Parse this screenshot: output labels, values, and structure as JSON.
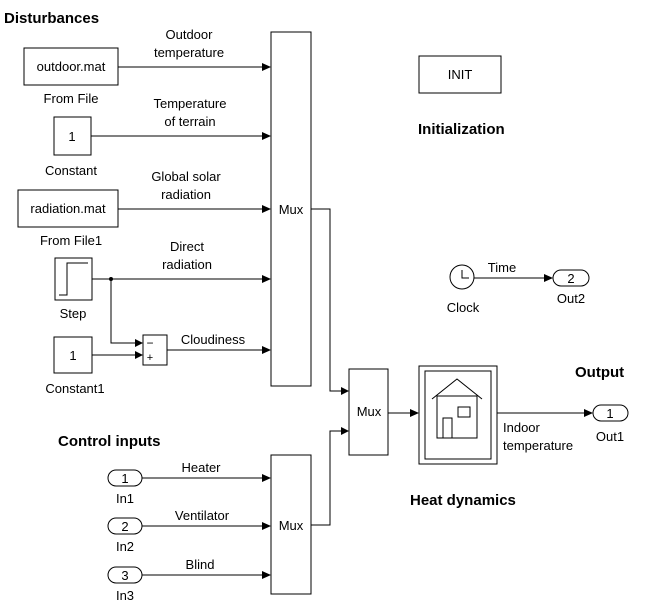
{
  "headings": {
    "disturbances": "Disturbances",
    "control_inputs": "Control inputs",
    "output": "Output",
    "initialization": "Initialization",
    "heat_dynamics": "Heat dynamics"
  },
  "blocks": {
    "from_file": {
      "text": "outdoor.mat",
      "caption": "From File"
    },
    "constant": {
      "text": "1",
      "caption": "Constant"
    },
    "from_file1": {
      "text": "radiation.mat",
      "caption": "From File1"
    },
    "step": {
      "caption": "Step"
    },
    "constant1": {
      "text": "1",
      "caption": "Constant1"
    },
    "sum": {
      "minus": "−",
      "plus": "+"
    },
    "mux_main": {
      "text": "Mux"
    },
    "mux_mid": {
      "text": "Mux"
    },
    "mux_ctrl": {
      "text": "Mux"
    },
    "init": {
      "text": "INIT"
    },
    "clock": {
      "caption": "Clock"
    },
    "out2": {
      "num": "2",
      "caption": "Out2"
    },
    "out1": {
      "num": "1",
      "caption": "Out1"
    },
    "in1": {
      "num": "1",
      "caption": "In1"
    },
    "in2": {
      "num": "2",
      "caption": "In2"
    },
    "in3": {
      "num": "3",
      "caption": "In3"
    }
  },
  "signals": {
    "outdoor_temp": [
      "Outdoor",
      "temperature"
    ],
    "terrain_temp": [
      "Temperature",
      "of terrain"
    ],
    "solar_rad": [
      "Global solar",
      "radiation"
    ],
    "direct_rad": [
      "Direct",
      "radiation"
    ],
    "cloudiness": "Cloudiness",
    "time": "Time",
    "heater": "Heater",
    "ventilator": "Ventilator",
    "blind": "Blind",
    "indoor_temp": [
      "Indoor",
      "temperature"
    ]
  }
}
